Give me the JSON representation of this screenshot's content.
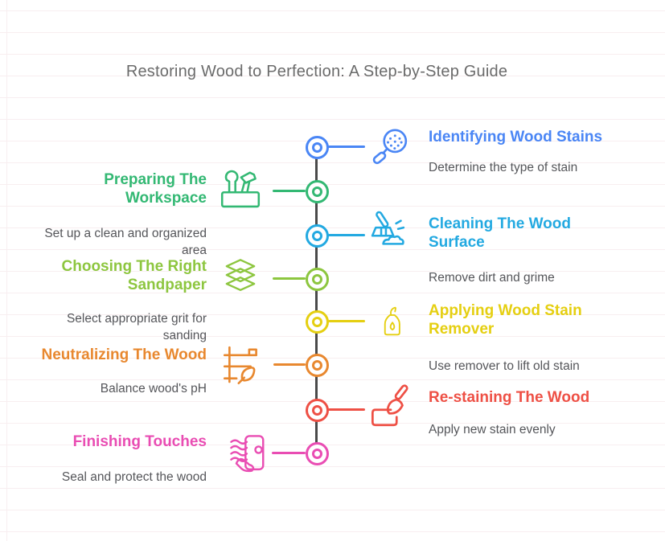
{
  "title": "Restoring Wood to Perfection: A Step-by-Step Guide",
  "colors": {
    "spine": "#4a4a4a",
    "main_title": "#6b6b6b",
    "subtitle_text": "#55565a",
    "ruled_line": "#f8eef0",
    "background": "#ffffff"
  },
  "steps": [
    {
      "index": 1,
      "side": "right",
      "color": "#4a86f5",
      "icon": "magnifier-icon",
      "title": "Identifying Wood Stains",
      "subtitle": "Determine the type of stain"
    },
    {
      "index": 2,
      "side": "left",
      "color": "#33b873",
      "icon": "toolbox-icon",
      "title": "Preparing The Workspace",
      "subtitle": "Set up a clean and organized area"
    },
    {
      "index": 3,
      "side": "right",
      "color": "#23a9e1",
      "icon": "broom-icon",
      "title": "Cleaning The Wood Surface",
      "subtitle": "Remove dirt and grime"
    },
    {
      "index": 4,
      "side": "left",
      "color": "#8dc63f",
      "icon": "layers-icon",
      "title": "Choosing The Right Sandpaper",
      "subtitle": "Select appropriate grit for sanding"
    },
    {
      "index": 5,
      "side": "right",
      "color": "#e5cf11",
      "icon": "bottle-icon",
      "title": "Applying Wood Stain Remover",
      "subtitle": "Use remover to lift old stain"
    },
    {
      "index": 6,
      "side": "left",
      "color": "#e8882f",
      "icon": "ph-leaf-icon",
      "title": "Neutralizing The Wood",
      "subtitle": "Balance wood's pH"
    },
    {
      "index": 7,
      "side": "right",
      "color": "#ee5045",
      "icon": "paintbrush-icon",
      "title": "Re-staining The Wood",
      "subtitle": "Apply new stain evenly"
    },
    {
      "index": 8,
      "side": "left",
      "color": "#e94db3",
      "icon": "polish-icon",
      "title": "Finishing Touches",
      "subtitle": "Seal and protect the wood"
    }
  ]
}
